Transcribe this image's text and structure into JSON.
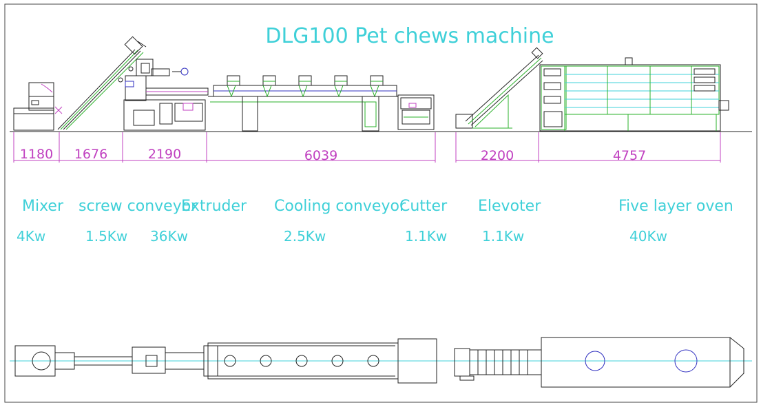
{
  "title": "DLG100 Pet chews machine",
  "dimensions": [
    "1180",
    "1676",
    "2190",
    "6039",
    "2200",
    "4757"
  ],
  "machines": [
    {
      "name": "Mixer",
      "power": "4Kw"
    },
    {
      "name": "screw conveyor",
      "power": "1.5Kw"
    },
    {
      "name": "Extruder",
      "power": "36Kw"
    },
    {
      "name": "Cooling conveyor",
      "power": "2.5Kw"
    },
    {
      "name": "Cutter",
      "power": "1.1Kw"
    },
    {
      "name": "Elevoter",
      "power": "1.1Kw"
    },
    {
      "name": "Five layer oven",
      "power": "40Kw"
    }
  ],
  "colors": {
    "text": "#3fd0d8",
    "dimension": "#c040c0",
    "frame": "#2ab02a",
    "outline": "#222222"
  }
}
